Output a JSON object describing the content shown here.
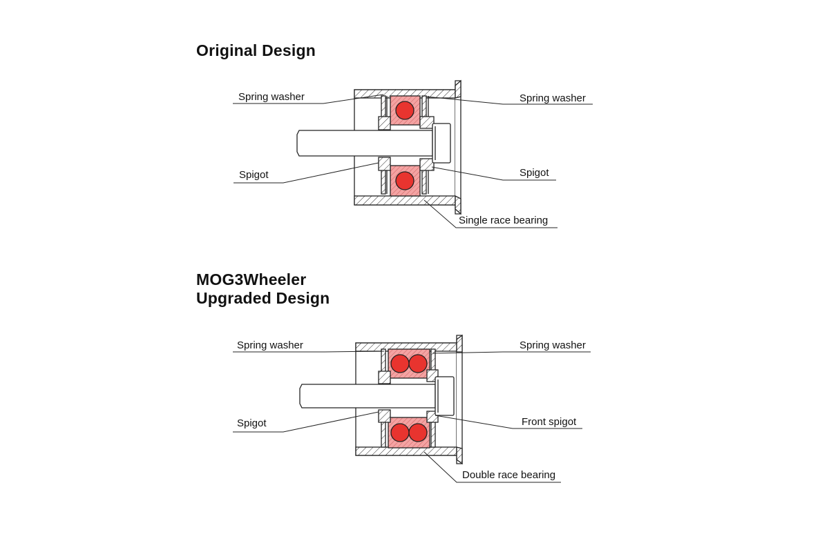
{
  "colors": {
    "bearing_fill": "#f4a3a3",
    "ball_fill": "#e8342f",
    "line": "#222222",
    "background": "#ffffff"
  },
  "original": {
    "title": "Original Design",
    "labels": {
      "spring_washer_left": "Spring washer",
      "spring_washer_right": "Spring washer",
      "spigot_left": "Spigot",
      "spigot_right": "Spigot",
      "bearing": "Single race bearing"
    }
  },
  "upgraded": {
    "title_line1": "MOG3Wheeler",
    "title_line2": "Upgraded Design",
    "labels": {
      "spring_washer_left": "Spring washer",
      "spring_washer_right": "Spring washer",
      "spigot_left": "Spigot",
      "front_spigot": "Front spigot",
      "bearing": "Double race bearing"
    }
  }
}
